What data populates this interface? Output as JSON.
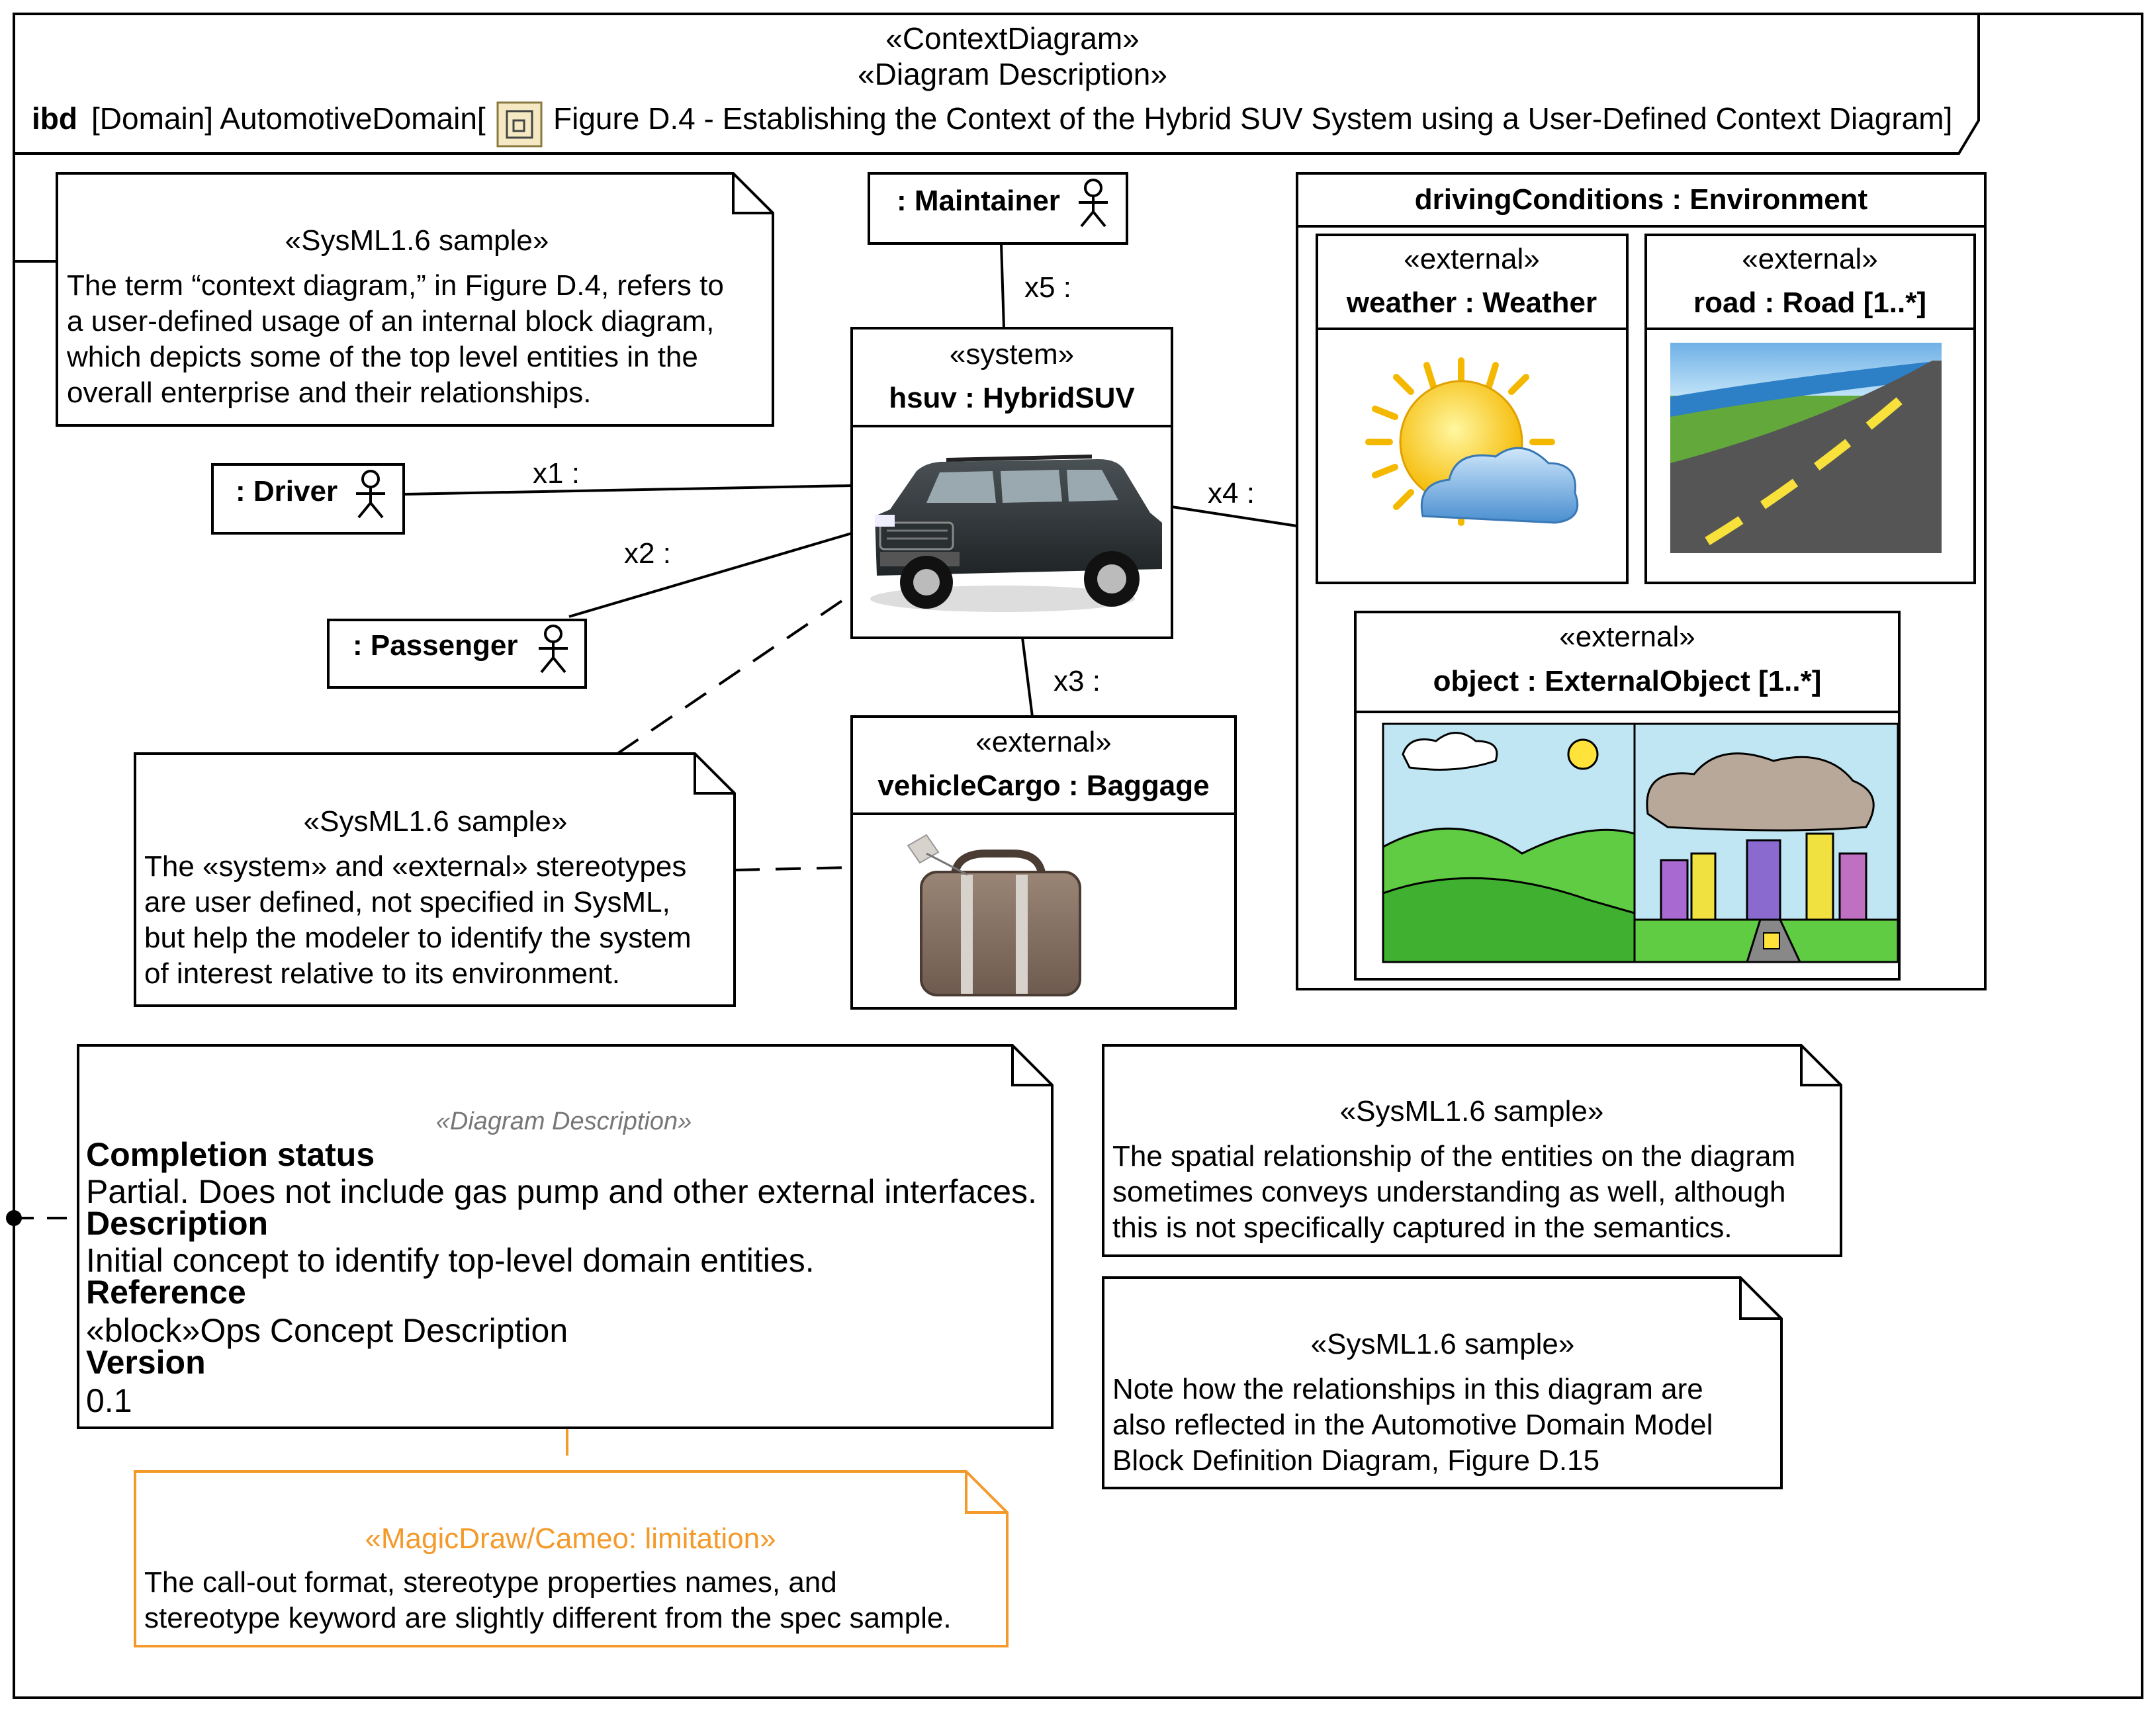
{
  "frame": {
    "stereotype1": "«ContextDiagram»",
    "stereotype2": "«Diagram Description»",
    "kind": "ibd",
    "name": "[Domain] AutomotiveDomain[",
    "title": "Figure D.4 - Establishing the Context of the Hybrid SUV System using a User-Defined Context Diagram]"
  },
  "notes": {
    "context": {
      "stereotype": "«SysML1.6 sample»",
      "lines": [
        "The term “context diagram,” in Figure D.4, refers to",
        "a user-defined usage of an internal block diagram,",
        "which depicts some of the top level entities in the",
        "overall enterprise and their relationships."
      ]
    },
    "stereotypes": {
      "stereotype": "«SysML1.6 sample»",
      "lines": [
        "The «system» and «external» stereotypes",
        "are user defined, not specified in SysML,",
        "but help the modeler to identify the system",
        "of interest relative to its environment."
      ]
    },
    "spatial": {
      "stereotype": "«SysML1.6 sample»",
      "lines": [
        "The spatial relationship of the entities on the diagram",
        "sometimes conveys understanding as well, although",
        "this is not specifically captured in the semantics."
      ]
    },
    "relationships": {
      "stereotype": "«SysML1.6 sample»",
      "lines": [
        "Note how the relationships in this diagram are",
        "also reflected in the Automotive Domain Model",
        "Block Definition Diagram, Figure D.15"
      ]
    },
    "limitation": {
      "stereotype": "«MagicDraw/Cameo: limitation»",
      "lines": [
        "The call-out format, stereotype properties names, and",
        "stereotype keyword are slightly different from the spec sample."
      ]
    }
  },
  "description": {
    "stereotype": "«Diagram Description»",
    "completion_label": "Completion status",
    "completion_value": "Partial. Does not include gas pump and other external interfaces.",
    "description_label": "Description",
    "description_value": "Initial concept to identify top-level domain entities.",
    "reference_label": "Reference",
    "reference_value": "«block»Ops Concept Description",
    "version_label": "Version",
    "version_value": "0.1"
  },
  "actors": {
    "maintainer": ": Maintainer",
    "driver": ": Driver",
    "passenger": ": Passenger"
  },
  "system": {
    "stereotype": "«system»",
    "name": "hsuv : HybridSUV"
  },
  "cargo": {
    "stereotype": "«external»",
    "name": "vehicleCargo : Baggage"
  },
  "environment": {
    "name": "drivingConditions : Environment",
    "weather": {
      "stereotype": "«external»",
      "name": "weather : Weather"
    },
    "road": {
      "stereotype": "«external»",
      "name": "road : Road [1..*]"
    },
    "object": {
      "stereotype": "«external»",
      "name": "object : ExternalObject [1..*]"
    }
  },
  "connectors": {
    "x1": "x1 :",
    "x2": "x2 :",
    "x3": "x3 :",
    "x4": "x4 :",
    "x5": "x5 :"
  },
  "colors": {
    "line": "#000000",
    "limitation": "#f39a2b",
    "description_stereotype": "#777777"
  }
}
